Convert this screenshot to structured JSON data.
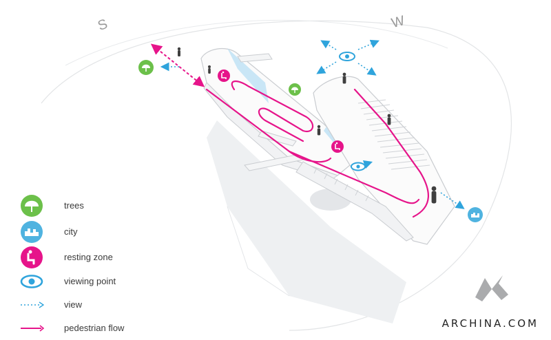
{
  "compass": {
    "south": "S",
    "west": "W"
  },
  "legend": [
    {
      "key": "trees",
      "label": "trees",
      "color": "#6cc04a",
      "icon": "tree-icon"
    },
    {
      "key": "city",
      "label": "city",
      "color": "#4fb3e0",
      "icon": "city-icon"
    },
    {
      "key": "resting",
      "label": "resting zone",
      "color": "#e6148a",
      "icon": "seat-icon"
    },
    {
      "key": "viewing",
      "label": "viewing point",
      "color": "#2fa4dc",
      "icon": "eye-icon"
    },
    {
      "key": "view",
      "label": "view",
      "color": "#2fa4dc",
      "icon": "dotted-arrow-icon"
    },
    {
      "key": "flow",
      "label": "pedestrian flow",
      "color": "#e6148a",
      "icon": "solid-arrow-icon"
    }
  ],
  "watermark": "ARCHINA.COM",
  "colors": {
    "magenta": "#e6148a",
    "blue": "#2fa4dc",
    "green": "#6cc04a",
    "figure": "#3f3f3f",
    "structure_line": "#c9ccd0",
    "ground": "#eef0f2"
  }
}
